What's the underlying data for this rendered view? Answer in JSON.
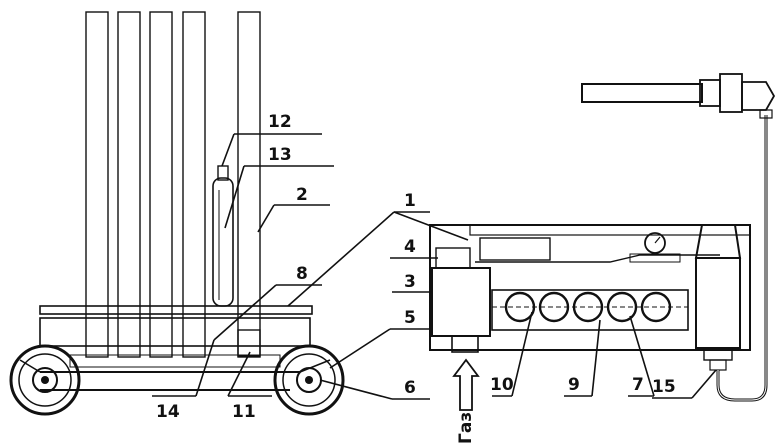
{
  "labels": {
    "l1": "1",
    "l2": "2",
    "l3": "3",
    "l4": "4",
    "l5": "5",
    "l6": "6",
    "l7": "7",
    "l8": "8",
    "l9": "9",
    "l10": "10",
    "l11": "11",
    "l12": "12",
    "l13": "13",
    "l14": "14",
    "l15": "15"
  },
  "gas_label": "Газ",
  "colors": {
    "ink": "#111111",
    "paper": "#ffffff",
    "hatch": "#8a8a8a"
  }
}
